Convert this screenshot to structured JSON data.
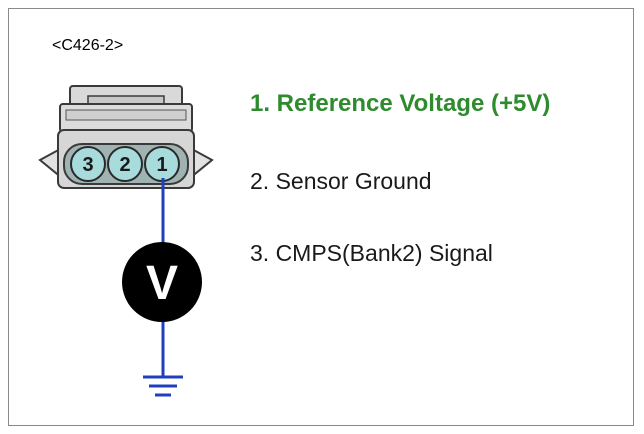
{
  "connector": {
    "id": "<C426-2>",
    "pins": [
      {
        "number": "3",
        "label": "3. CMPS(Bank2) Signal"
      },
      {
        "number": "2",
        "label": "2. Sensor Ground"
      },
      {
        "number": "1",
        "label": "1. Reference Voltage (+5V)"
      }
    ]
  },
  "meter": {
    "symbol": "V"
  },
  "colors": {
    "highlight": "#2e8b2e",
    "wire": "#1f3fbf",
    "pin_fill": "#a8dcdc",
    "connector_body": "#d6d6d6",
    "meter_fill": "#000000"
  },
  "icons": [
    "connector-icon",
    "voltmeter-icon",
    "ground-icon"
  ]
}
